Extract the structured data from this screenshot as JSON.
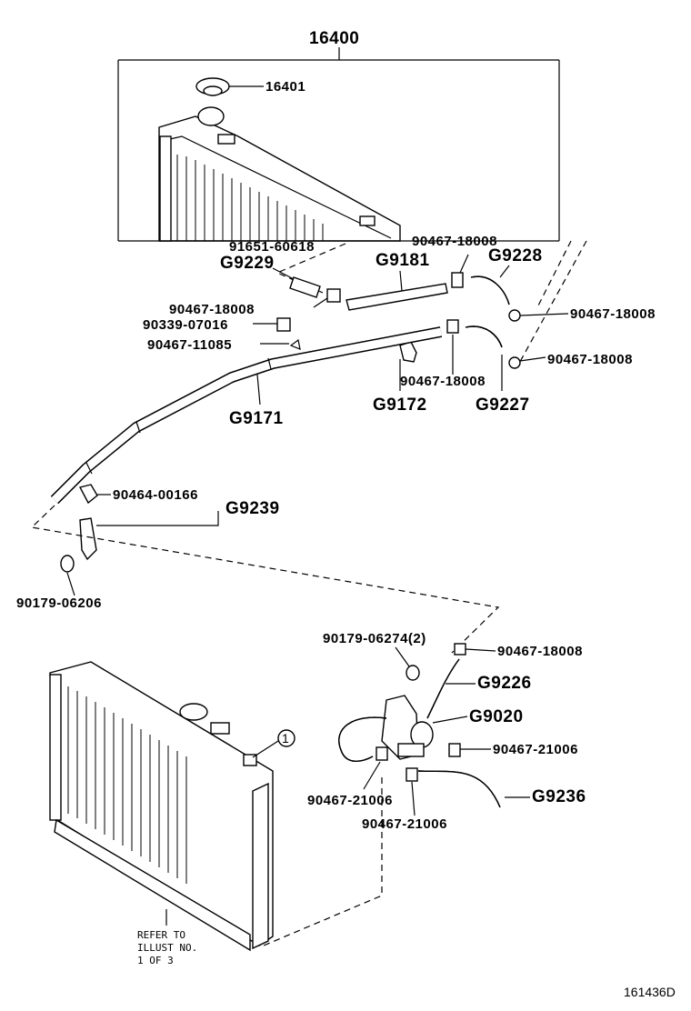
{
  "diagram": {
    "assembly_label": "16400",
    "cap_label": "16401",
    "labels": {
      "l91651": "91651-60618",
      "l90467_top": "90467-18008",
      "g9229": "G9229",
      "g9181": "G9181",
      "g9228": "G9228",
      "l90467_a": "90467-18008",
      "l90339": "90339-07016",
      "l90467_11085": "90467-11085",
      "l90467_b": "90467-18008",
      "l90467_c": "90467-18008",
      "l90467_d": "90467-18008",
      "g9172": "G9172",
      "g9227": "G9227",
      "g9171": "G9171",
      "l90464": "90464-00166",
      "g9239": "G9239",
      "l90179_06206": "90179-06206",
      "l90179_06274": "90179-06274(2)",
      "l90467_e": "90467-18008",
      "g9226": "G9226",
      "g9020": "G9020",
      "l90467_21006_a": "90467-21006",
      "l90467_21006_b": "90467-21006",
      "l90467_21006_c": "90467-21006",
      "g9236": "G9236",
      "callout": "1"
    },
    "refer_note": [
      "REFER TO",
      "ILLUST NO.",
      "1 OF 3"
    ],
    "diagram_code": "161436D"
  }
}
